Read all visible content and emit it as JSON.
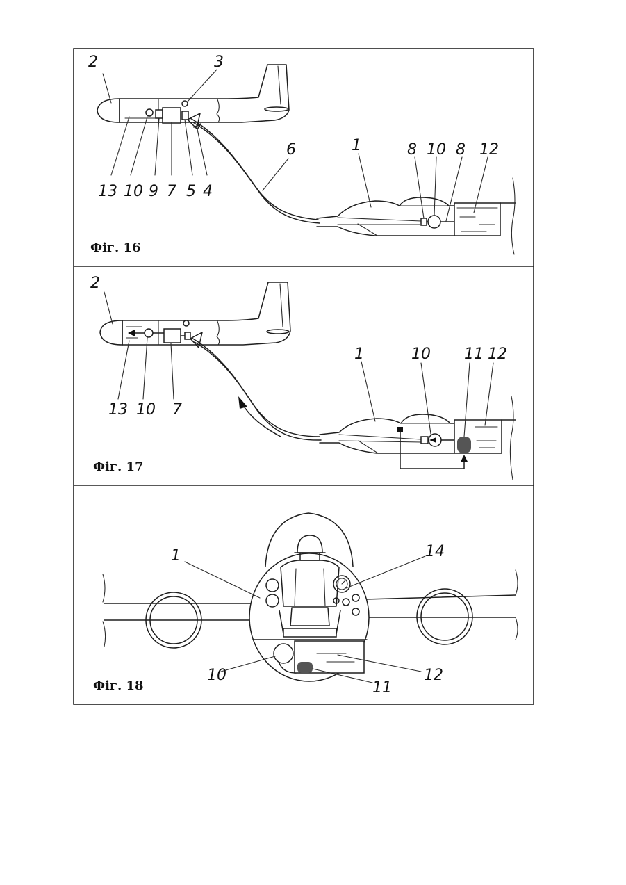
{
  "figures": [
    {
      "caption": "Фіг. 16",
      "labels": {
        "n2": "2",
        "n3": "3",
        "n13": "13",
        "n10": "10",
        "n9": "9",
        "n7": "7",
        "n5": "5",
        "n4": "4",
        "n6": "6",
        "n1": "1",
        "n8a": "8",
        "n10b": "10",
        "n8b": "8",
        "n12": "12"
      }
    },
    {
      "caption": "Фіг. 17",
      "labels": {
        "n2": "2",
        "n13": "13",
        "n10": "10",
        "n7": "7",
        "n1": "1",
        "n10b": "10",
        "n11": "11",
        "n12": "12"
      }
    },
    {
      "caption": "Фіг. 18",
      "labels": {
        "n1": "1",
        "n14": "14",
        "n10": "10",
        "n12": "12",
        "n11": "11"
      }
    }
  ]
}
